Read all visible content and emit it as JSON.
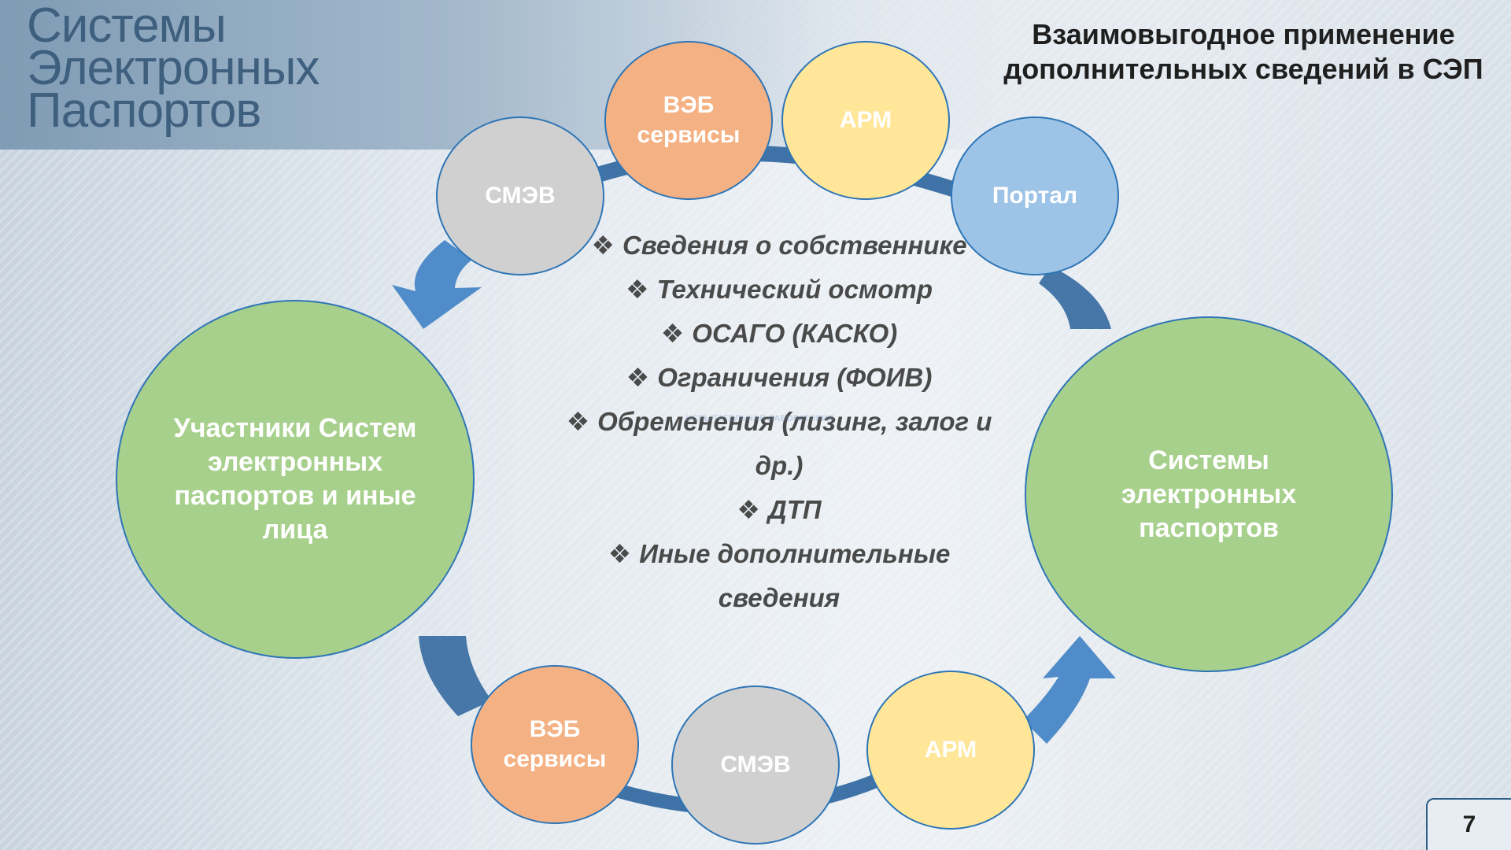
{
  "logo": {
    "lines": [
      "Системы",
      "Электронных",
      "Паспортов"
    ]
  },
  "title": "Взаимовыгодное применение дополнительных сведений в СЭП",
  "colors": {
    "green": "#a8d08d",
    "orange": "#f4b183",
    "yellow": "#ffe699",
    "gray": "#d0d0d0",
    "blue": "#9dc3e6",
    "outline": "#2e75b6",
    "arrow": "#4a7eb5"
  },
  "nodes": {
    "participants": "Участники Систем электронных паспортов и иные лица",
    "systems": "Системы электронных паспортов",
    "top_web": "ВЭБ сервисы",
    "top_arm": "АРМ",
    "top_smev": "СМЭВ",
    "top_portal": "Портал",
    "bottom_web": "ВЭБ сервисы",
    "bottom_smev": "СМЭВ",
    "bottom_arm": "АРМ"
  },
  "list": {
    "bullet": "❖",
    "items": [
      "Сведения о собственнике",
      "Технический осмотр",
      "ОСАГО (КАСКО)",
      "Ограничения (ФОИВ)",
      "Обременения (лизинг, залог и др.)",
      "ДТП",
      "Иные дополнительные сведения"
    ]
  },
  "watermark": "ИСПЫТАТЕЛЬНАЯ ЛАБОРАТОРИЯ",
  "page_number": "7"
}
